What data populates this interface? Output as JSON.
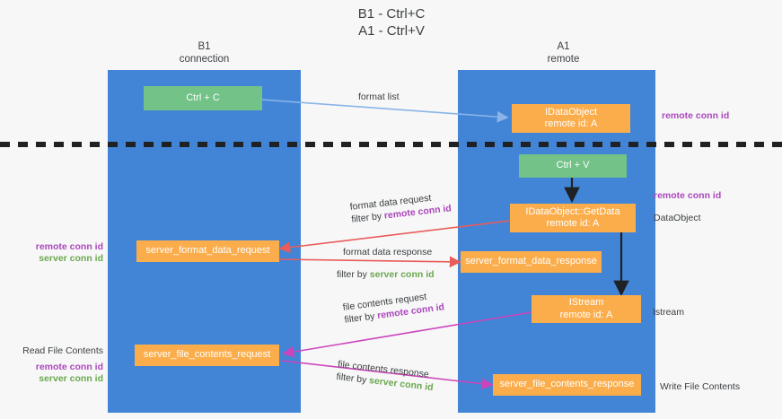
{
  "document": {
    "title": "B1 - Ctrl+C\nA1 - Ctrl+V"
  },
  "lanes": [
    {
      "id": "b1",
      "title": "B1\nconnection",
      "color": "#4285d6"
    },
    {
      "id": "a1",
      "title": "A1\nremote",
      "color": "#4285d6"
    }
  ],
  "colors": {
    "lane": "#4285d6",
    "green_box": "#73c287",
    "orange_box": "#fbad4b",
    "remote_conn_id": "#ab47bc",
    "server_conn_id": "#6aa84f",
    "arrow_format_list": "#8ab4e8",
    "arrow_format_data": "#ea5b5b",
    "arrow_file_contents": "#cc44bb",
    "arrow_black": "#202124",
    "divider": "#202124"
  },
  "boxes": [
    {
      "id": "ctrl-c",
      "label": "Ctrl + C",
      "style": "green"
    },
    {
      "id": "idataobject",
      "label": "IDataObject\nremote id: A",
      "style": "orange"
    },
    {
      "id": "ctrl-v",
      "label": "Ctrl + V",
      "style": "green"
    },
    {
      "id": "idataobject-getdata",
      "label": "IDataObject::GetData\nremote id: A",
      "style": "orange"
    },
    {
      "id": "server-format-data-request",
      "label": "server_format_data_request",
      "style": "orange"
    },
    {
      "id": "server-format-data-response",
      "label": "server_format_data_response",
      "style": "orange"
    },
    {
      "id": "istream",
      "label": "IStream\nremote id: A",
      "style": "orange"
    },
    {
      "id": "server-file-contents-request",
      "label": "server_file_contents_request",
      "style": "orange"
    },
    {
      "id": "server-file-contents-response",
      "label": "server_file_contents_response",
      "style": "orange"
    }
  ],
  "flow_labels": {
    "format_list": "format list",
    "format_data_request": "format data request",
    "format_data_request_filter_prefix": "filter by ",
    "format_data_request_filter_key": "remote conn id",
    "format_data_response": "format data response",
    "format_data_response_filter_prefix": "filter by ",
    "format_data_response_filter_key": "server conn id",
    "file_contents_request": "file contents request",
    "file_contents_request_filter_prefix": "filter by ",
    "file_contents_request_filter_key": "remote conn id",
    "file_contents_response": "file contents response",
    "file_contents_response_filter_prefix": "filter by ",
    "file_contents_response_filter_key": "server conn id"
  },
  "side_labels": {
    "right_remote_conn_id_top": "remote conn id",
    "right_remote_conn_id_mid": "remote conn id",
    "right_dataobject": "DataObject",
    "right_istream": "Istream",
    "right_write_file_contents": "Write File Contents",
    "left_remote_conn_id_mid": "remote conn id",
    "left_server_conn_id_mid": "server conn id",
    "left_read_file_contents": "Read File Contents",
    "left_remote_conn_id_bottom": "remote conn id",
    "left_server_conn_id_bottom": "server conn id"
  }
}
